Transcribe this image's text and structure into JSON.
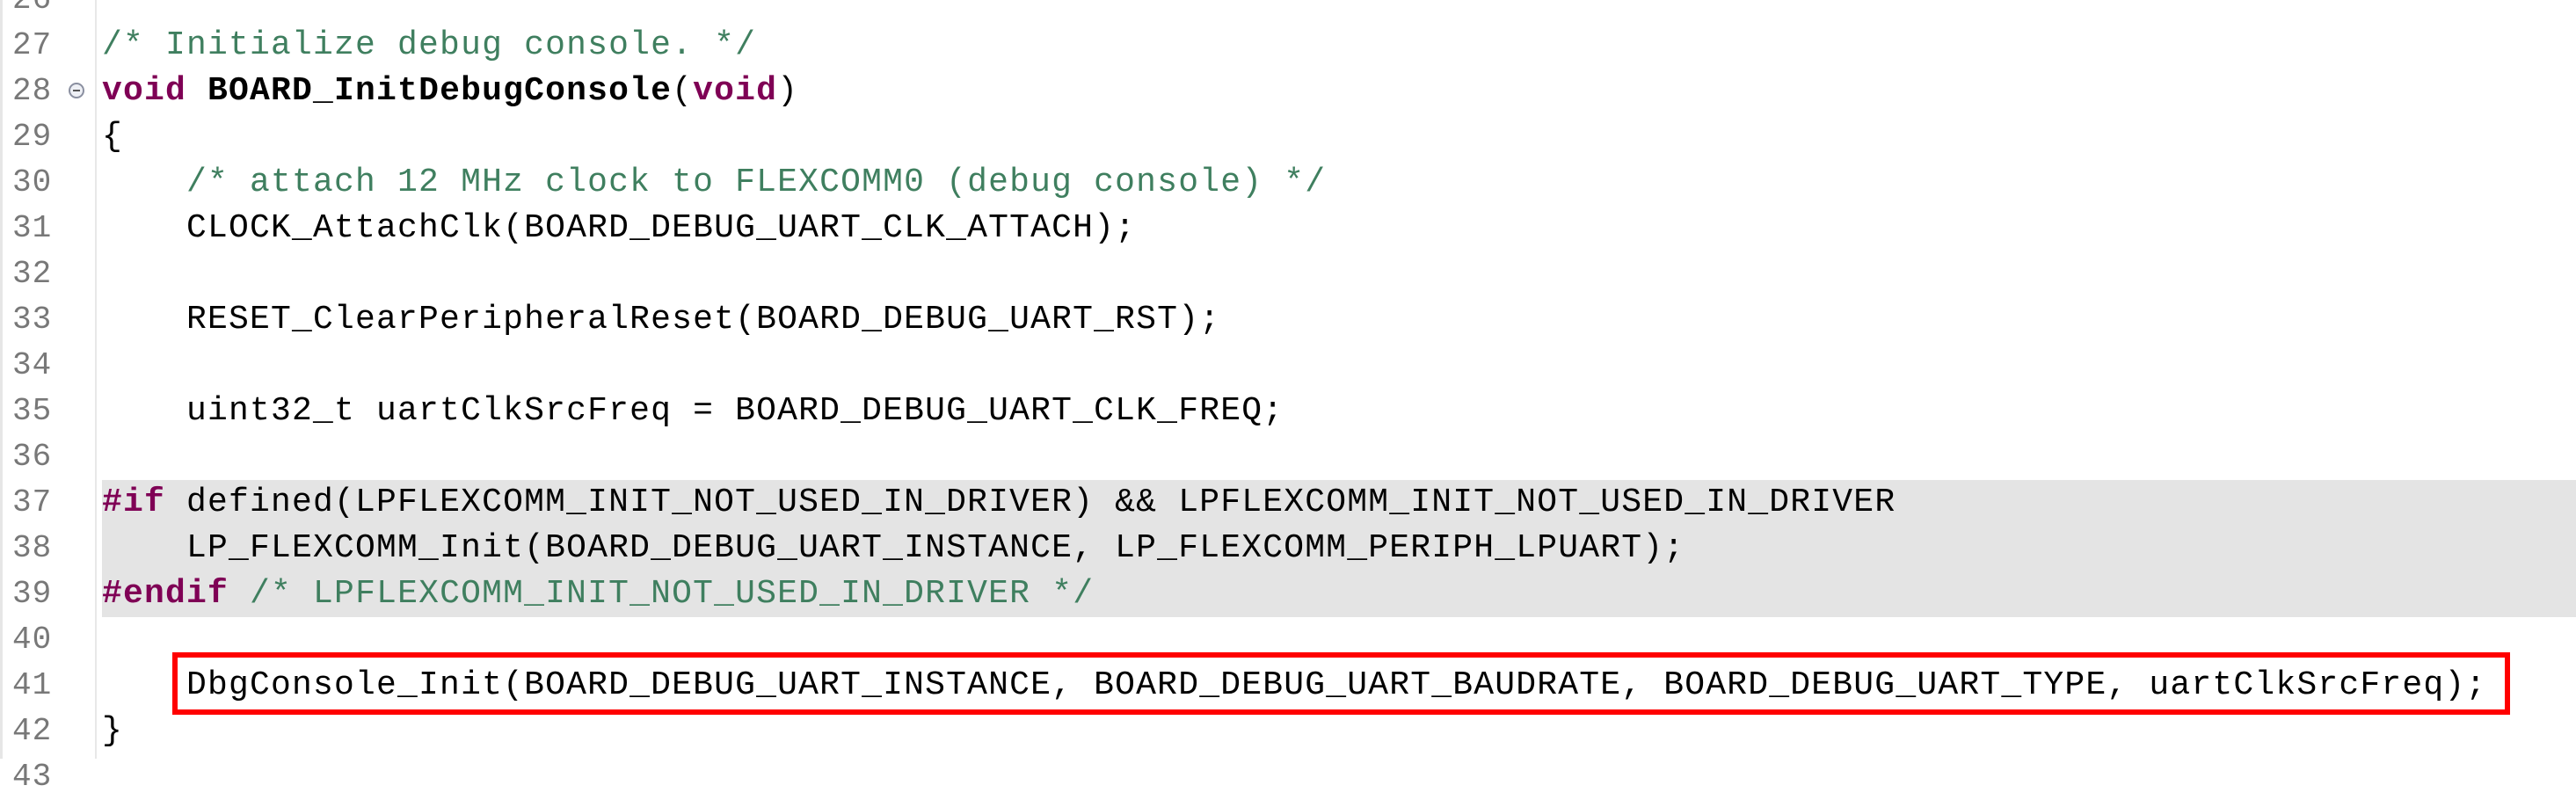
{
  "editor": {
    "highlight_color": "#ff0000",
    "lines": [
      {
        "n": "26",
        "tokens": []
      },
      {
        "n": "27",
        "tokens": [
          {
            "t": "cm",
            "s": "/* Initialize debug console. */"
          }
        ]
      },
      {
        "n": "28",
        "fold": true,
        "tokens": [
          {
            "t": "kw",
            "s": "void"
          },
          {
            "t": "tx",
            "s": " "
          },
          {
            "t": "fn",
            "s": "BOARD_InitDebugConsole"
          },
          {
            "t": "tx",
            "s": "("
          },
          {
            "t": "kw",
            "s": "void"
          },
          {
            "t": "tx",
            "s": ")"
          }
        ]
      },
      {
        "n": "29",
        "tokens": [
          {
            "t": "tx",
            "s": "{"
          }
        ]
      },
      {
        "n": "30",
        "tokens": [
          {
            "t": "tx",
            "s": "    "
          },
          {
            "t": "cm",
            "s": "/* attach 12 MHz clock to FLEXCOMM0 (debug console) */"
          }
        ]
      },
      {
        "n": "31",
        "tokens": [
          {
            "t": "tx",
            "s": "    CLOCK_AttachClk(BOARD_DEBUG_UART_CLK_ATTACH);"
          }
        ]
      },
      {
        "n": "32",
        "tokens": []
      },
      {
        "n": "33",
        "tokens": [
          {
            "t": "tx",
            "s": "    RESET_ClearPeripheralReset(BOARD_DEBUG_UART_RST);"
          }
        ]
      },
      {
        "n": "34",
        "tokens": []
      },
      {
        "n": "35",
        "tokens": [
          {
            "t": "tx",
            "s": "    uint32_t uartClkSrcFreq = BOARD_DEBUG_UART_CLK_FREQ;"
          }
        ]
      },
      {
        "n": "36",
        "tokens": []
      },
      {
        "n": "37",
        "hl": true,
        "tokens": [
          {
            "t": "kw",
            "s": "#if"
          },
          {
            "t": "tx",
            "s": " defined(LPFLEXCOMM_INIT_NOT_USED_IN_DRIVER) && LPFLEXCOMM_INIT_NOT_USED_IN_DRIVER"
          }
        ]
      },
      {
        "n": "38",
        "hl": true,
        "tokens": [
          {
            "t": "tx",
            "s": "    LP_FLEXCOMM_Init(BOARD_DEBUG_UART_INSTANCE, LP_FLEXCOMM_PERIPH_LPUART);"
          }
        ]
      },
      {
        "n": "39",
        "hl": true,
        "tokens": [
          {
            "t": "kw",
            "s": "#endif"
          },
          {
            "t": "tx",
            "s": " "
          },
          {
            "t": "cm",
            "s": "/* LPFLEXCOMM_INIT_NOT_USED_IN_DRIVER */"
          }
        ]
      },
      {
        "n": "40",
        "tokens": []
      },
      {
        "n": "41",
        "boxed": true,
        "tokens": [
          {
            "t": "tx",
            "s": "    DbgConsole_Init(BOARD_DEBUG_UART_INSTANCE, BOARD_DEBUG_UART_BAUDRATE, BOARD_DEBUG_UART_TYPE, uartClkSrcFreq);"
          }
        ]
      },
      {
        "n": "42",
        "tokens": [
          {
            "t": "tx",
            "s": "}"
          }
        ]
      },
      {
        "n": "43",
        "tokens": []
      }
    ]
  }
}
